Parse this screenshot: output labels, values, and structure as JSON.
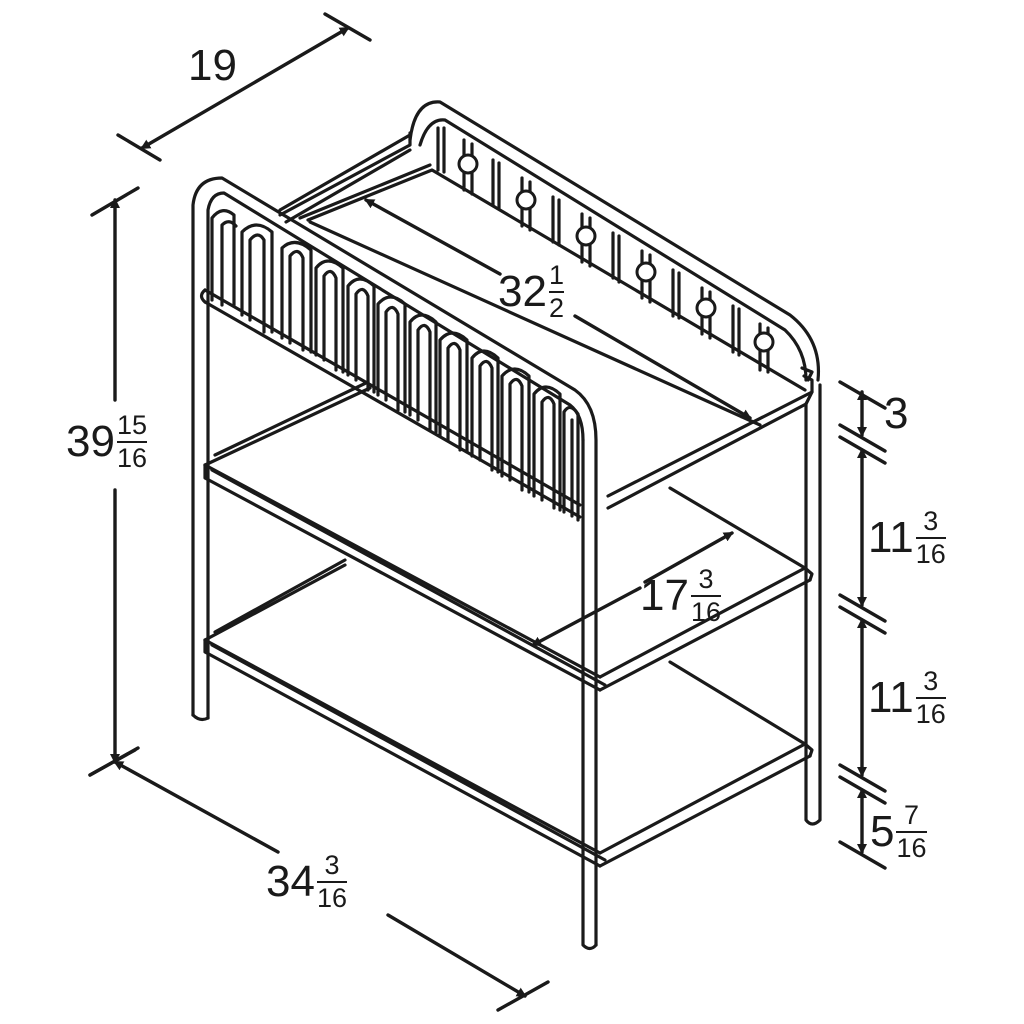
{
  "diagram": {
    "stroke_color": "#1a1a1a",
    "background": "#ffffff",
    "dimensions": [
      {
        "id": "depth-top",
        "whole": "19",
        "num": "",
        "den": ""
      },
      {
        "id": "height-total",
        "whole": "39",
        "num": "15",
        "den": "16"
      },
      {
        "id": "pad-length",
        "whole": "32",
        "num": "1",
        "den": "2"
      },
      {
        "id": "rail-height",
        "whole": "3",
        "num": "",
        "den": ""
      },
      {
        "id": "shelf-gap-upper",
        "whole": "11",
        "num": "3",
        "den": "16"
      },
      {
        "id": "shelf-depth",
        "whole": "17",
        "num": "3",
        "den": "16"
      },
      {
        "id": "shelf-gap-lower",
        "whole": "11",
        "num": "3",
        "den": "16"
      },
      {
        "id": "floor-clearance",
        "whole": "5",
        "num": "7",
        "den": "16"
      },
      {
        "id": "width-total",
        "whole": "34",
        "num": "3",
        "den": "16"
      }
    ]
  }
}
